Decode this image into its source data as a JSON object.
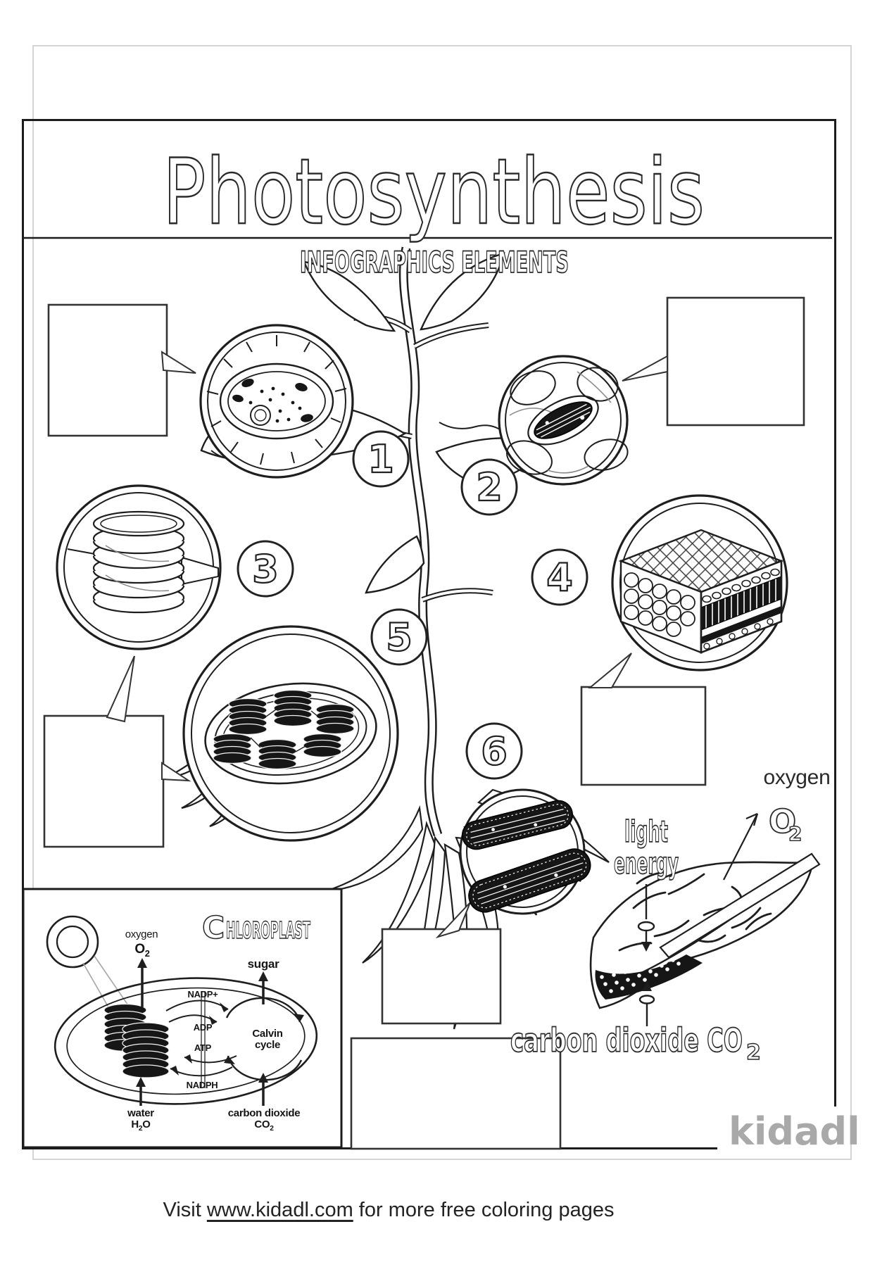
{
  "poster": {
    "title": "Photosynthesis",
    "subtitle": "INFOGRAPHICS ELEMENTS"
  },
  "markers": {
    "n1": "1",
    "n2": "2",
    "n3": "3",
    "n4": "4",
    "n5": "5",
    "n6": "6"
  },
  "leaf_diagram": {
    "oxygen_word": "oxygen",
    "o2_base": "O",
    "o2_sub": "2",
    "light_line1": "light",
    "light_line2": "energy",
    "co2_base": "carbon dioxide CO",
    "co2_sub": "2"
  },
  "chloroplast": {
    "title_initial": "C",
    "title_rest": "HLOROPLAST",
    "oxygen_word": "oxygen",
    "o2_base": "O",
    "o2_sub": "2",
    "sugar": "sugar",
    "nadp": "NADP+",
    "adp": "ADP",
    "atp": "ATP",
    "nadph": "NADPH",
    "calvin_line1": "Calvin",
    "calvin_line2": "cycle",
    "water_word": "water",
    "h2o_base": "H",
    "h2o_sub": "2",
    "h2o_tail": "O",
    "co2_word": "carbon dioxide",
    "co2_base": "CO",
    "co2_sub": "2"
  },
  "watermark": "kidadl",
  "footer": {
    "prefix": "Visit ",
    "link_text": "www.kidadl.com",
    "suffix": " for more free coloring pages"
  },
  "colors": {
    "ink": "#1e1e1e",
    "sheet_border": "#d4d4d4",
    "watermark_gray": "#a9a9a9"
  }
}
